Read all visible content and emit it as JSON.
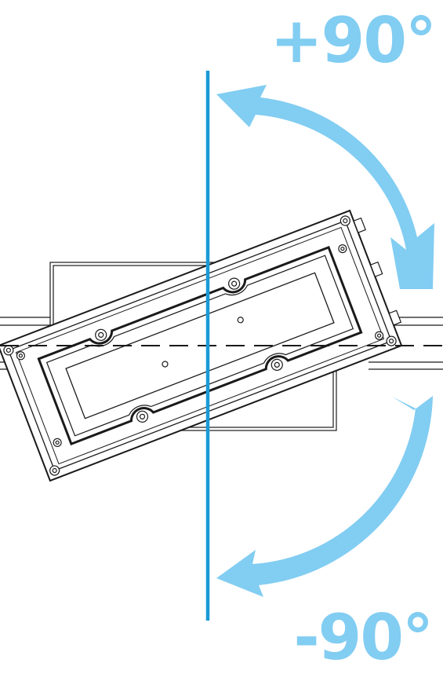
{
  "labels": {
    "plus": "+90°",
    "minus": "-90°"
  },
  "colors": {
    "accent_arrow": "#82cdf2",
    "axis_line": "#1a9ad6",
    "drawing": "#1a1a1a",
    "background": "#ffffff"
  },
  "icons": {
    "rotate_up": "curved-arrow-counterclockwise-icon",
    "rotate_down": "curved-arrow-clockwise-icon"
  },
  "rotation_range_degrees": [
    -90,
    90
  ]
}
